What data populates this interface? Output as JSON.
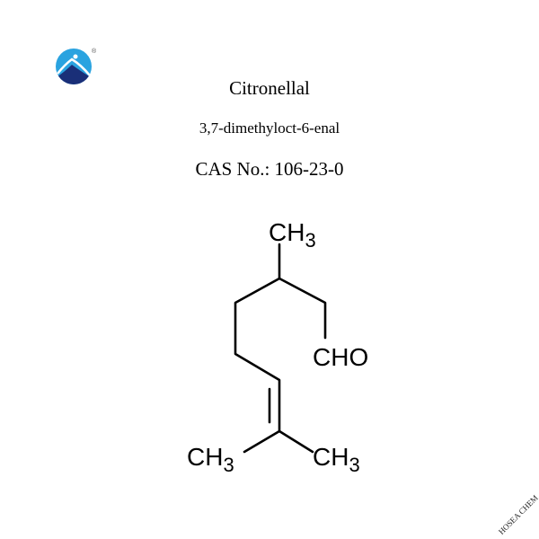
{
  "compound": {
    "name": "Citronellal",
    "iupac_name": "3,7-dimethyloct-6-enal",
    "cas_label": "CAS No.: 106-23-0"
  },
  "structure": {
    "labels": {
      "top_methyl": "CH",
      "aldehyde": "CHO",
      "left_methyl": "CH",
      "right_methyl": "CH",
      "subscript": "3"
    }
  },
  "brand": {
    "watermark": "HOSEA CHEM",
    "registered_mark": "®",
    "colors": {
      "light": "#2aa3e0",
      "dark": "#1a2f78"
    }
  }
}
